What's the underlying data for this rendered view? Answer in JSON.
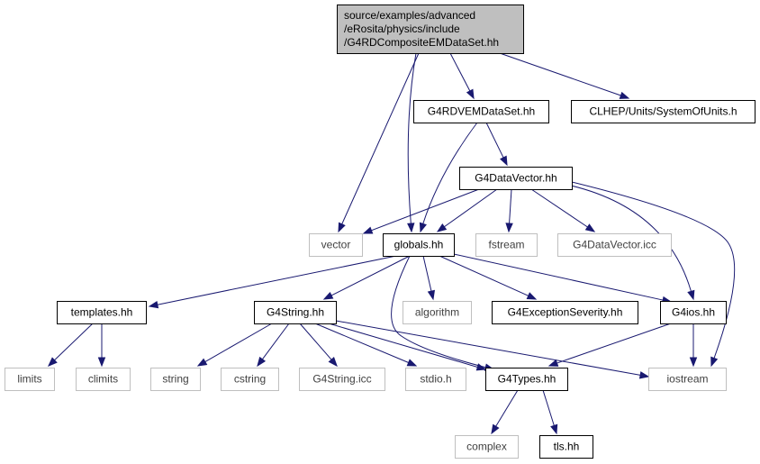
{
  "diagram": {
    "type": "include-dependency-graph",
    "colors": {
      "edge": "#191970",
      "root_fill": "#bfbfbf",
      "node_border": "#000000",
      "external_border": "#bfbfbf"
    },
    "nodes": [
      {
        "id": "root",
        "lines": [
          "source/examples/advanced",
          "/eRosita/physics/include",
          "/G4RDCompositeEMDataSet.hh"
        ],
        "kind": "root"
      },
      {
        "id": "G4RDVEMDataSet",
        "lines": [
          "G4RDVEMDataSet.hh"
        ],
        "kind": "internal"
      },
      {
        "id": "SystemOfUnits",
        "lines": [
          "CLHEP/Units/SystemOfUnits.h"
        ],
        "kind": "internal"
      },
      {
        "id": "G4DataVector",
        "lines": [
          "G4DataVector.hh"
        ],
        "kind": "internal"
      },
      {
        "id": "vector",
        "lines": [
          "vector"
        ],
        "kind": "external"
      },
      {
        "id": "globals",
        "lines": [
          "globals.hh"
        ],
        "kind": "internal"
      },
      {
        "id": "fstream",
        "lines": [
          "fstream"
        ],
        "kind": "external"
      },
      {
        "id": "G4DataVectorIcc",
        "lines": [
          "G4DataVector.icc"
        ],
        "kind": "external"
      },
      {
        "id": "templates",
        "lines": [
          "templates.hh"
        ],
        "kind": "internal"
      },
      {
        "id": "G4String",
        "lines": [
          "G4String.hh"
        ],
        "kind": "internal"
      },
      {
        "id": "algorithm",
        "lines": [
          "algorithm"
        ],
        "kind": "external"
      },
      {
        "id": "G4ExceptionSeverity",
        "lines": [
          "G4ExceptionSeverity.hh"
        ],
        "kind": "internal"
      },
      {
        "id": "G4ios",
        "lines": [
          "G4ios.hh"
        ],
        "kind": "internal"
      },
      {
        "id": "limits",
        "lines": [
          "limits"
        ],
        "kind": "external"
      },
      {
        "id": "climits",
        "lines": [
          "climits"
        ],
        "kind": "external"
      },
      {
        "id": "string",
        "lines": [
          "string"
        ],
        "kind": "external"
      },
      {
        "id": "cstring",
        "lines": [
          "cstring"
        ],
        "kind": "external"
      },
      {
        "id": "G4StringIcc",
        "lines": [
          "G4String.icc"
        ],
        "kind": "external"
      },
      {
        "id": "stdio",
        "lines": [
          "stdio.h"
        ],
        "kind": "external"
      },
      {
        "id": "G4Types",
        "lines": [
          "G4Types.hh"
        ],
        "kind": "internal"
      },
      {
        "id": "iostream",
        "lines": [
          "iostream"
        ],
        "kind": "external"
      },
      {
        "id": "complex",
        "lines": [
          "complex"
        ],
        "kind": "external"
      },
      {
        "id": "tls",
        "lines": [
          "tls.hh"
        ],
        "kind": "internal"
      }
    ],
    "edges": [
      {
        "from": "root",
        "to": "G4RDVEMDataSet"
      },
      {
        "from": "root",
        "to": "SystemOfUnits"
      },
      {
        "from": "root",
        "to": "vector"
      },
      {
        "from": "root",
        "to": "globals"
      },
      {
        "from": "G4RDVEMDataSet",
        "to": "G4DataVector"
      },
      {
        "from": "G4RDVEMDataSet",
        "to": "globals"
      },
      {
        "from": "G4DataVector",
        "to": "vector"
      },
      {
        "from": "G4DataVector",
        "to": "globals"
      },
      {
        "from": "G4DataVector",
        "to": "fstream"
      },
      {
        "from": "G4DataVector",
        "to": "G4DataVectorIcc"
      },
      {
        "from": "G4DataVector",
        "to": "G4ios"
      },
      {
        "from": "G4DataVector",
        "to": "iostream"
      },
      {
        "from": "globals",
        "to": "templates"
      },
      {
        "from": "globals",
        "to": "G4String"
      },
      {
        "from": "globals",
        "to": "algorithm"
      },
      {
        "from": "globals",
        "to": "G4ExceptionSeverity"
      },
      {
        "from": "globals",
        "to": "G4ios"
      },
      {
        "from": "globals",
        "to": "G4Types"
      },
      {
        "from": "templates",
        "to": "limits"
      },
      {
        "from": "templates",
        "to": "climits"
      },
      {
        "from": "G4String",
        "to": "string"
      },
      {
        "from": "G4String",
        "to": "cstring"
      },
      {
        "from": "G4String",
        "to": "G4StringIcc"
      },
      {
        "from": "G4String",
        "to": "stdio"
      },
      {
        "from": "G4String",
        "to": "G4Types"
      },
      {
        "from": "G4String",
        "to": "iostream"
      },
      {
        "from": "G4ios",
        "to": "G4Types"
      },
      {
        "from": "G4ios",
        "to": "iostream"
      },
      {
        "from": "G4Types",
        "to": "complex"
      },
      {
        "from": "G4Types",
        "to": "tls"
      }
    ]
  }
}
